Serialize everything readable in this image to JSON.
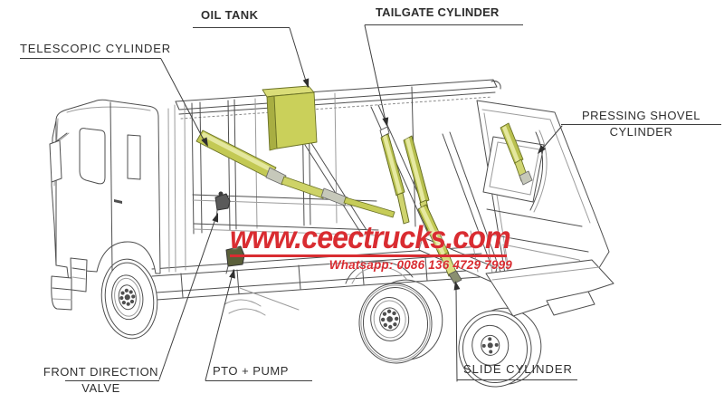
{
  "diagram": {
    "subject": "Refuse compactor garbage truck hydraulic components diagram",
    "colors": {
      "highlight": "#c3c954",
      "highlight_light": "#e4e79e",
      "highlight_dark": "#a8ae42",
      "line_art": "#4f4f4f",
      "label_text": "#2e2e2e",
      "watermark_red": "#d92c31"
    },
    "labels": {
      "telescopic_cylinder": "TELESCOPIC CYLINDER",
      "oil_tank": "OIL TANK",
      "tailgate_cylinder": "TAILGATE CYLINDER",
      "pressing_shovel_cylinder": {
        "line1": "PRESSING SHOVEL",
        "line2": "CYLINDER"
      },
      "front_direction_valve": {
        "line1": "FRONT DIRECTION",
        "line2": "VALVE"
      },
      "pto_pump": "PTO + PUMP",
      "slide_cylinder": "SLIDE CYLINDER"
    }
  },
  "watermark": {
    "website": "www.ceectrucks.com",
    "whatsapp": "Whatsapp: 0086 136 4729 7999"
  }
}
